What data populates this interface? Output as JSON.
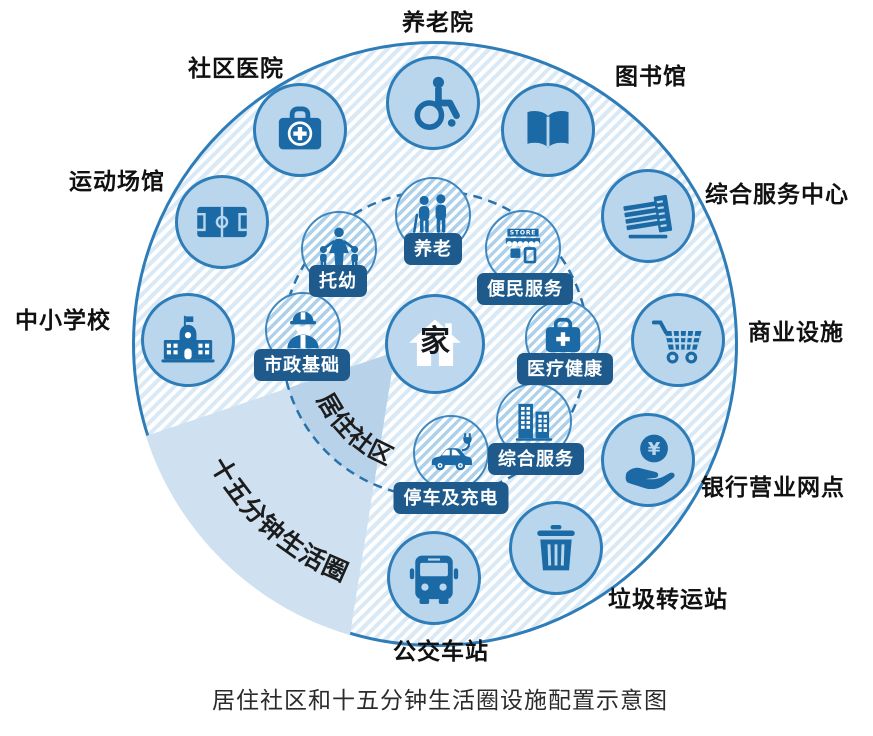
{
  "caption": "居住社区和十五分钟生活圈设施配置示意图",
  "center": {
    "label": "家"
  },
  "zones": {
    "inner_label": "居住社区",
    "outer_label": "十五分钟生活圈"
  },
  "inner_facilities": [
    {
      "label": "托幼",
      "icon": "family-icon"
    },
    {
      "label": "养老",
      "icon": "elderly-couple-icon"
    },
    {
      "label": "便民服务",
      "icon": "storefront-icon"
    },
    {
      "label": "市政基础",
      "icon": "construction-worker-icon"
    },
    {
      "label": "医疗健康",
      "icon": "medical-bag-icon"
    },
    {
      "label": "综合服务",
      "icon": "buildings-icon"
    },
    {
      "label": "停车及充电",
      "icon": "ev-car-icon"
    }
  ],
  "outer_facilities": [
    {
      "label": "养老院",
      "icon": "wheelchair-icon"
    },
    {
      "label": "社区医院",
      "icon": "first-aid-kit-icon"
    },
    {
      "label": "图书馆",
      "icon": "open-book-icon"
    },
    {
      "label": "运动场馆",
      "icon": "sports-field-icon"
    },
    {
      "label": "综合服务中心",
      "icon": "office-building-icon"
    },
    {
      "label": "中小学校",
      "icon": "school-icon"
    },
    {
      "label": "商业设施",
      "icon": "shopping-cart-icon"
    },
    {
      "label": "银行营业网点",
      "icon": "hand-coin-icon"
    },
    {
      "label": "垃圾转运站",
      "icon": "trash-bin-icon"
    },
    {
      "label": "公交车站",
      "icon": "bus-icon"
    }
  ],
  "icon_texts": {
    "store_sign": "STORE",
    "yuan_symbol": "¥"
  },
  "colors": {
    "icon_blue": "#1b6aa6",
    "circle_fill": "#b9d6ec",
    "circle_border": "#2f7db8",
    "pill_bg": "#1e5b8c",
    "dashed_ring": "#2a72ac",
    "sector_outer": "#cfe1f0",
    "sector_inner": "#b7d2e9",
    "hatch_stripe": "#d9e9f5",
    "label_text": "#111111"
  }
}
